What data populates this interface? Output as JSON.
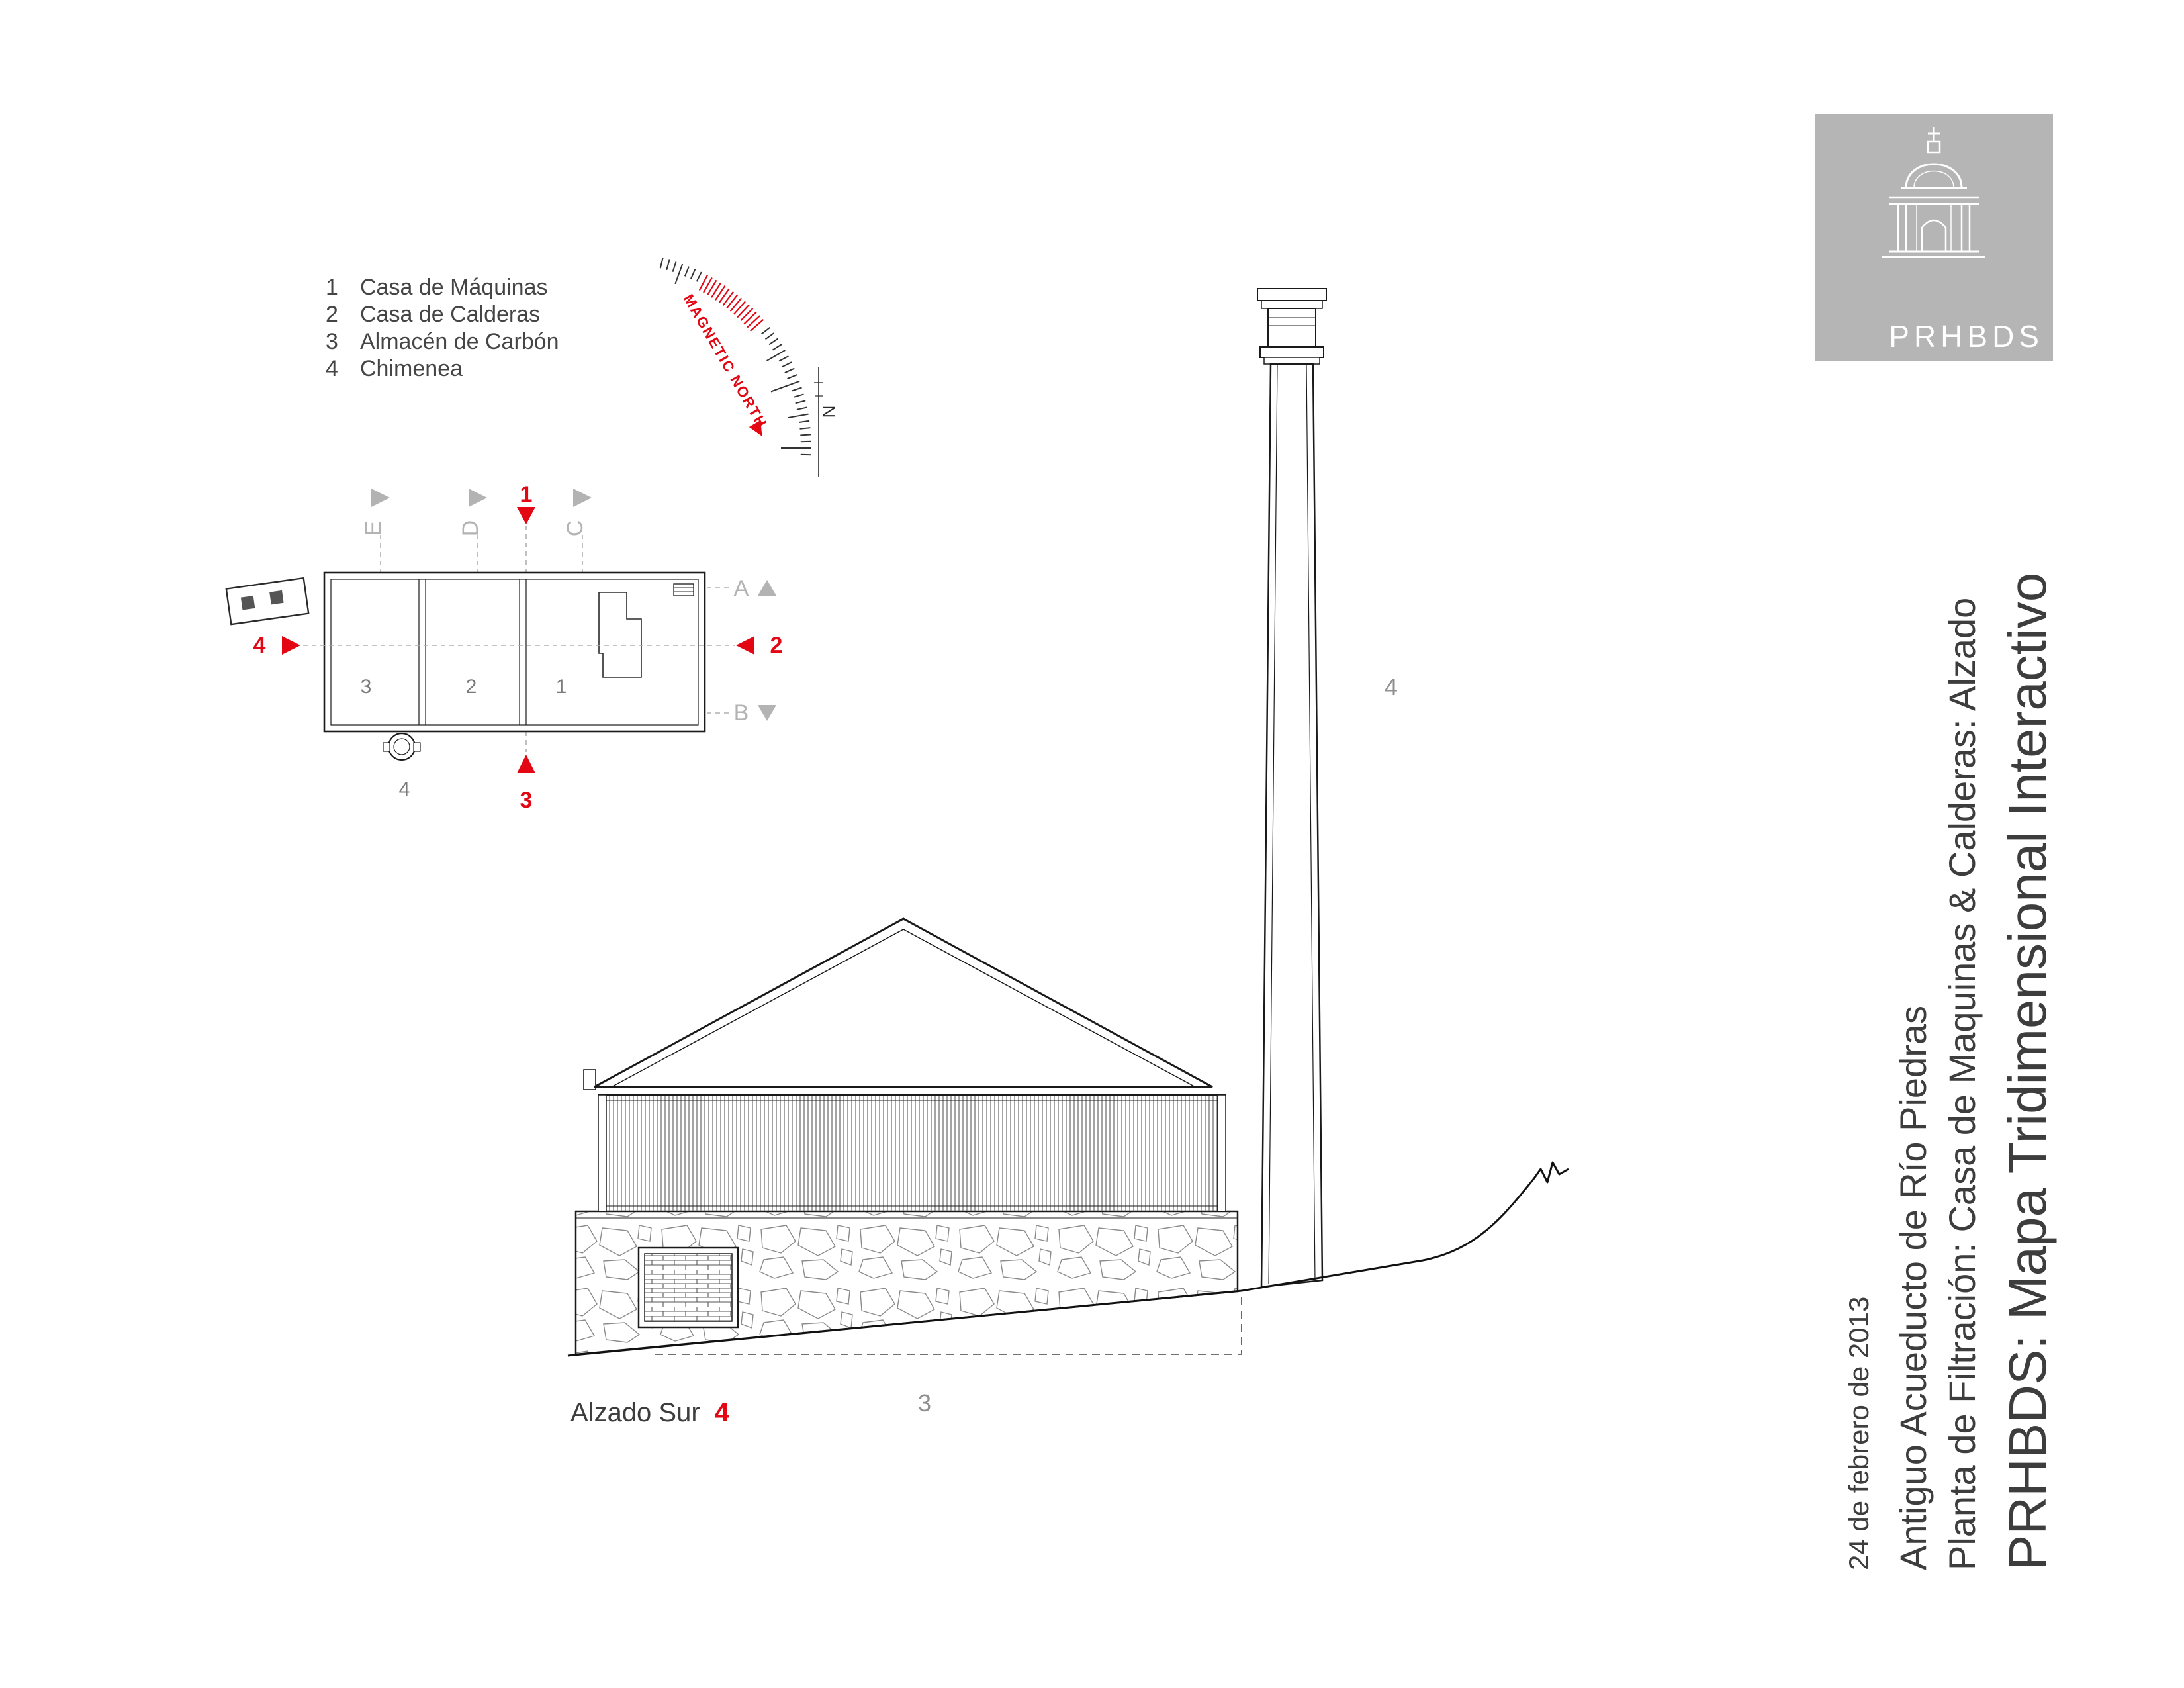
{
  "colors": {
    "red": "#e30613",
    "marker_gray": "#b3b3b3",
    "label_gray": "#8f8f8f",
    "ink": "#1a1a1a",
    "logo_bg": "#b5b5b5"
  },
  "legend": {
    "items": [
      {
        "num": "1",
        "label": "Casa de Máquinas"
      },
      {
        "num": "2",
        "label": "Casa de Calderas"
      },
      {
        "num": "3",
        "label": "Almacén de Carbón"
      },
      {
        "num": "4",
        "label": "Chimenea"
      }
    ]
  },
  "compass": {
    "magnetic_north": "MAGNETIC NORTH",
    "north": "N"
  },
  "plan": {
    "rooms": [
      "3",
      "2",
      "1"
    ],
    "chimney": "4",
    "red_markers": {
      "top": "1",
      "right": "2",
      "bottom": "3",
      "left": "4"
    },
    "gray_markers": {
      "a": "A",
      "b": "B",
      "c": "C",
      "d": "D",
      "e": "E"
    }
  },
  "elevation": {
    "chimney_label": "4",
    "building_label": "3",
    "caption": "Alzado Sur",
    "caption_number": "4"
  },
  "titleblock": {
    "main": "PRHBDS: Mapa Tridimensional Interactivo",
    "sheet": "Planta de Filtración: Casa de Maquinas & Calderas: Alzado",
    "project": "Antiguo Acueducto de Río Piedras",
    "date": "24 de febrero de 2013"
  },
  "logo": {
    "wordmark": "PRHBDS"
  }
}
